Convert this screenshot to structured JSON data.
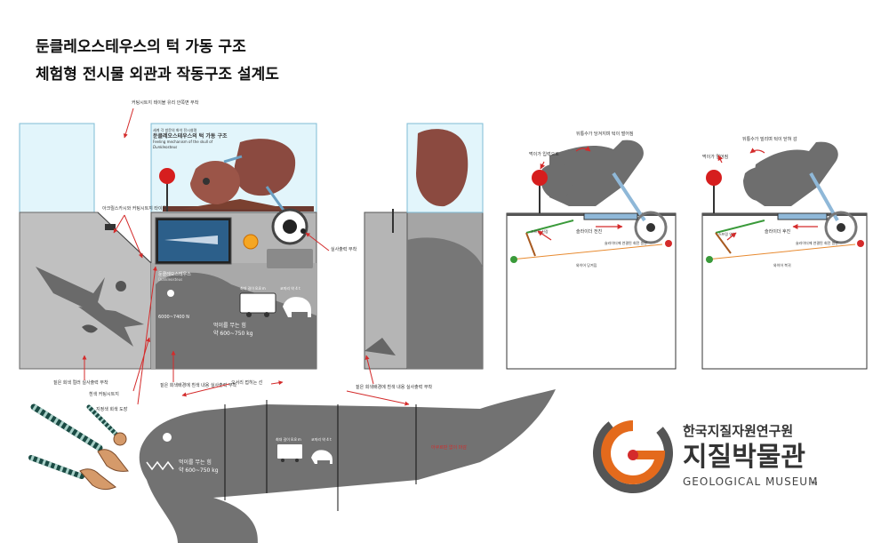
{
  "title": {
    "line1": "둔클레오스테우스의 턱 가동 구조",
    "line2": "체험형 전시물 외관과 작동구조 설계도"
  },
  "labels": {
    "sheet_glass": "커팅시트지 테이블 유리 안쪽면 부착",
    "acrylic": "아크릴스카시와 커팅시트지 타이틀",
    "silk_print": "실사출력 부착",
    "dunkle_name": "둔클레오스테우스",
    "dunkle_latin": "Dunkleosteus",
    "bite_force": "6000~7400 N",
    "bite_text1": "먹이를 무는 힘",
    "bite_text2": "약 600~750 kg",
    "bite_text1b": "먹이를 무는 힘",
    "bite_text2b": "약 600~750 kg",
    "max_length": "최대 길이 8.8 m",
    "elephant": "코끼리 약 4 t",
    "max_length2": "최대 길이 8.8 m",
    "elephant2": "코끼리 약 4 t",
    "flat_gray": "짙은 회색 컬러 실사출력 부착",
    "white_sheet": "흰색 커팅시트지",
    "paint": "지정색 회색 도장",
    "gray_bg": "짙은 회색배경에 흰색 내용 실사출력 부착",
    "gray_bg2": "짙은 회색배경에 흰색 내용 실사출력 부착",
    "cut_line": "오서리 접히는 선",
    "red_note": "아쿠르판 없이 마감",
    "panel_title": "둔클레오스테우스의 턱 가동 구조",
    "panel_sub": "Feeling mechanism of the skull of",
    "panel_latin": "Dunkleosteus",
    "panel_small": "세계 각 방문의 화석 전시설명",
    "rear_push": "뒤통수가 당겨지며 턱이 벌어짐",
    "mouth_in": "먹이가 입력으로",
    "spring": "스프링 신장",
    "slider_move": "슬라이더 전진",
    "slider_note": "슬라이더에 연결된 회전 원판",
    "wire_pull": "와이어 당겨짐",
    "rear_push2": "뒤통수가 밀리며 턱이 닫혀 감",
    "mouth_out": "먹이가 멀어짐",
    "spring2": "스프링 압축",
    "slider_back": "슬라이더 후진",
    "slider_note2": "슬라이더에 연결된 회전 원판",
    "wire_release": "와이어 복귀"
  },
  "logo": {
    "org": "한국지질자원연구원",
    "museum": "지질박물관",
    "english": "GEOLOGICAL MUSEUM",
    "tm": "TM"
  },
  "colors": {
    "fish_gray": "#727272",
    "skull_brown": "#8b4a40",
    "box_gray": "#b3b3b3",
    "glass_blue": "#e2f5fb",
    "arrow_red": "#d42b2b",
    "logo_orange": "#e46a1c",
    "logo_gray": "#555555"
  }
}
